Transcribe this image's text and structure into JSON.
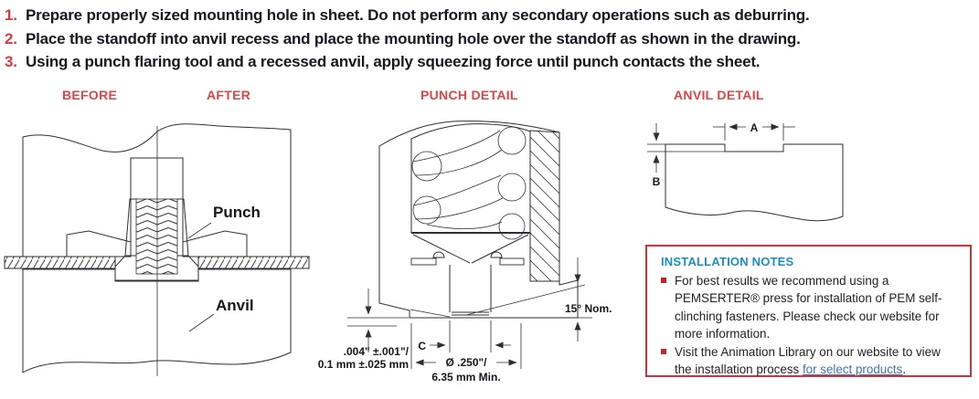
{
  "instructions": {
    "items": [
      {
        "number": "1.",
        "text": "Prepare properly sized mounting hole in sheet.  Do not perform any secondary operations such as deburring."
      },
      {
        "number": "2.",
        "text": "Place the standoff into anvil recess and place the mounting hole over the standoff as shown in the drawing."
      },
      {
        "number": "3.",
        "text": "Using a punch flaring tool and a recessed anvil, apply squeezing force until punch contacts the sheet."
      }
    ]
  },
  "sections": {
    "before_label": "BEFORE",
    "after_label": "AFTER",
    "punch_detail_label": "PUNCH DETAIL",
    "anvil_detail_label": "ANVIL DETAIL"
  },
  "before_after_diagram": {
    "punch_label": "Punch",
    "anvil_label": "Anvil"
  },
  "punch_detail_diagram": {
    "dim_height_in": ".004\" ±.001\"/",
    "dim_height_mm": "0.1 mm ±.025 mm",
    "dim_c": "C",
    "dim_diameter_in": "Ø .250\"/",
    "dim_diameter_mm": "6.35 mm Min.",
    "dim_angle": "15° Nom."
  },
  "anvil_detail_diagram": {
    "dim_a": "A",
    "dim_b": "B"
  },
  "installation_notes": {
    "title": "INSTALLATION NOTES",
    "bullet1": "For best results we recommend using a PEMSERTER® press for installation of PEM self-clinching fasteners. Please check our website for more information.",
    "bullet2_before_link": "Visit the Animation Library on our website to view the installation process ",
    "bullet2_link": "for select products",
    "bullet2_after_link": "."
  },
  "colors": {
    "accent_red": "#d13c44",
    "notes_border_red": "#cf3238",
    "notes_title_blue": "#1a8dc4",
    "link_blue": "#3f74b5"
  }
}
